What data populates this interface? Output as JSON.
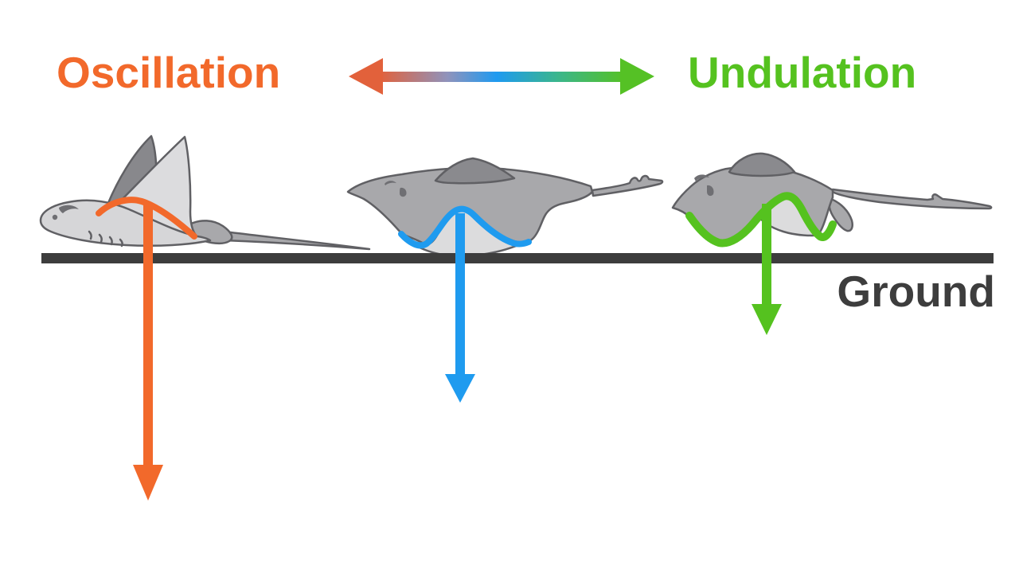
{
  "header": {
    "left_label": "Oscillation",
    "right_label": "Undulation"
  },
  "ground": {
    "label": "Ground"
  },
  "illustrations": {
    "spectrum_arrow": "bidirectional-gradient-arrow",
    "left_ray": "eagle-ray-oscillating-fin",
    "middle_ray": "stingray-intermediate-fin-wave",
    "right_ray": "ray-undulating-fin",
    "left_amplitude_arrow": "large-downward-orange-arrow",
    "middle_amplitude_arrow": "medium-downward-blue-arrow",
    "right_amplitude_arrow": "small-downward-green-arrow"
  },
  "colors": {
    "bg": "#FFFFFF",
    "orange": "#F2692B",
    "green": "#55C21F",
    "blue": "#1F9BEF",
    "ink": "#3D3D3D",
    "grad-orange": "#E2613B",
    "grad-slate": "#8F93BC",
    "grad-blue": "#1E9AF0",
    "grad-teal": "#3BB68C",
    "grad-green": "#55C125",
    "outline": "#606064",
    "body-light": "#D6D6D8",
    "wing-light": "#DCDCDE",
    "body-mid": "#A8A8AB",
    "body-dark": "#88888C",
    "hump": "#8A8A8E",
    "pale": "#DCDCDD",
    "eye": "#6F6F73"
  }
}
